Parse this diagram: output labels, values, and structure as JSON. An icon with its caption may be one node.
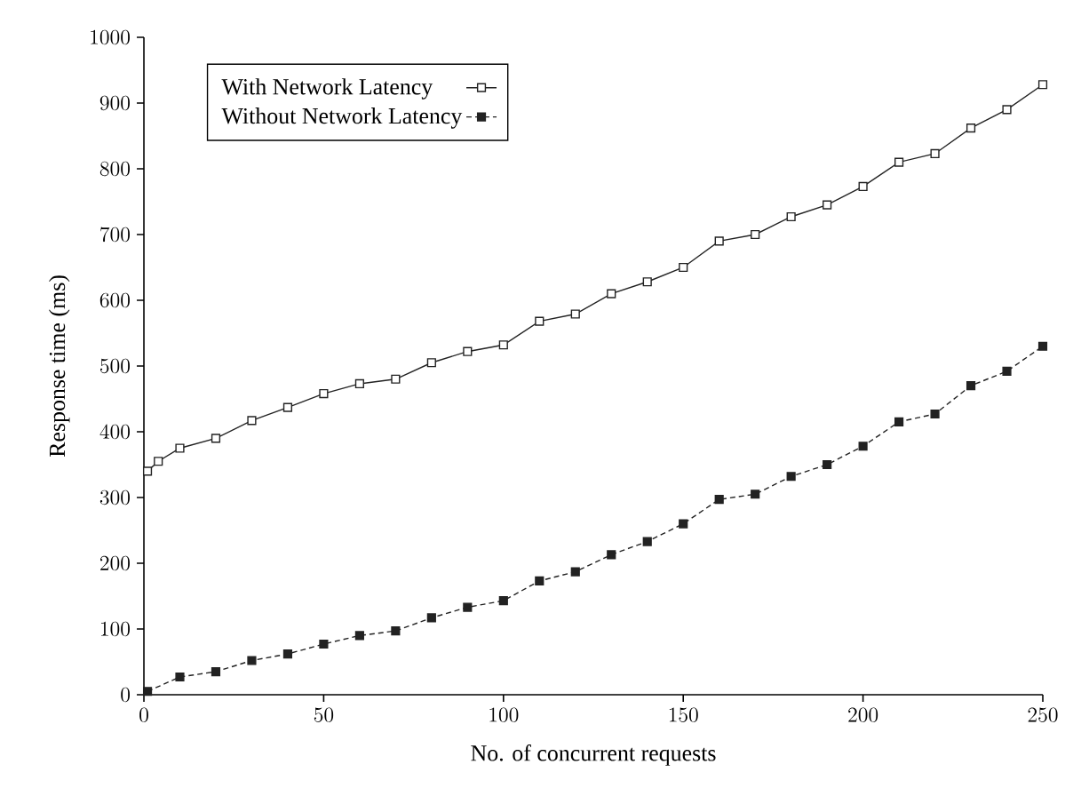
{
  "diagram": {
    "chart_data": {
      "type": "line",
      "xlabel": "No. of concurrent requests",
      "ylabel": "Response time (ms)",
      "x": [
        1,
        4,
        10,
        20,
        30,
        40,
        50,
        60,
        70,
        80,
        90,
        100,
        110,
        120,
        130,
        140,
        150,
        160,
        170,
        180,
        190,
        200,
        210,
        220,
        230,
        240,
        250
      ],
      "series": [
        {
          "name": "With Network Latency",
          "color": "#222222",
          "line_style": "solid",
          "marker": "square",
          "values": [
            340,
            355,
            375,
            390,
            417,
            437,
            458,
            473,
            480,
            505,
            522,
            532,
            568,
            579,
            610,
            628,
            650,
            690,
            700,
            727,
            745,
            773,
            810,
            823,
            862,
            890,
            928
          ]
        },
        {
          "name": "Without Network Latency",
          "color": "#222222",
          "line_style": "dashed",
          "marker": "square",
          "values": [
            5,
            null,
            27,
            35,
            52,
            62,
            77,
            90,
            97,
            117,
            133,
            143,
            173,
            187,
            213,
            233,
            260,
            297,
            305,
            332,
            350,
            378,
            415,
            427,
            470,
            492,
            530
          ]
        }
      ],
      "legend": true,
      "xlim": [
        0,
        250
      ],
      "ylim": [
        0,
        1000
      ],
      "xticks": [
        0,
        50,
        100,
        150,
        200,
        250
      ],
      "yticks": [
        0,
        100,
        200,
        300,
        400,
        500,
        600,
        700,
        800,
        900,
        1000
      ]
    }
  }
}
